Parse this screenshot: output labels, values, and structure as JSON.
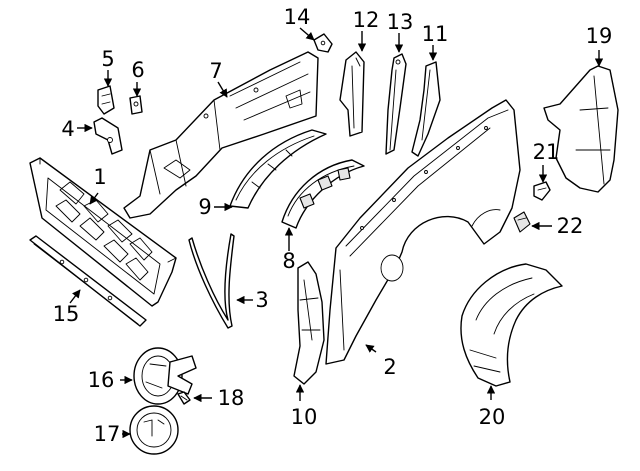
{
  "colors": {
    "line": "#000000",
    "background": "#ffffff",
    "shade": "#e6e6e6"
  },
  "callouts": {
    "c1": "1",
    "c2": "2",
    "c3": "3",
    "c4": "4",
    "c5": "5",
    "c6": "6",
    "c7": "7",
    "c8": "8",
    "c9": "9",
    "c10": "10",
    "c11": "11",
    "c12": "12",
    "c13": "13",
    "c14": "14",
    "c15": "15",
    "c16": "16",
    "c17": "17",
    "c18": "18",
    "c19": "19",
    "c20": "20",
    "c21": "21",
    "c22": "22"
  }
}
